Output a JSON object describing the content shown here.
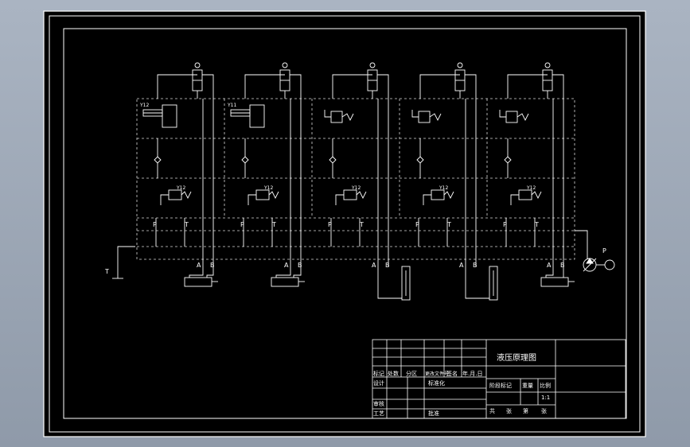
{
  "sheet": {
    "background": "#000000",
    "line_color": "#ffffff",
    "dash_color": "#d8d8d8",
    "viewport_bg": "#9aa5b4"
  },
  "circuit": {
    "valve_codes": [
      "Y12",
      "Y11",
      "",
      "",
      ""
    ],
    "relief_codes": [
      "Y12",
      "Y12",
      "Y12",
      "Y12",
      "Y12"
    ],
    "port_p": "P",
    "port_t": "T",
    "port_a": "A",
    "port_b": "B",
    "tank_label": "T",
    "pump_label": "P"
  },
  "title_block": {
    "drawing_title": "液压原理图",
    "rev_row": [
      "标记",
      "处数",
      "分区",
      "更改文件号",
      "签名",
      "年.月.日"
    ],
    "design": "设计",
    "standardize": "标准化",
    "review": "审核",
    "process": "工艺",
    "approve": "批准",
    "stage_mark": "阶段标记",
    "weight": "重量",
    "scale": "比例",
    "scale_value": "1:1",
    "sheets_total": "共",
    "sheets_unit": "张",
    "sheet_no": "第",
    "sheet_unit": "张"
  }
}
